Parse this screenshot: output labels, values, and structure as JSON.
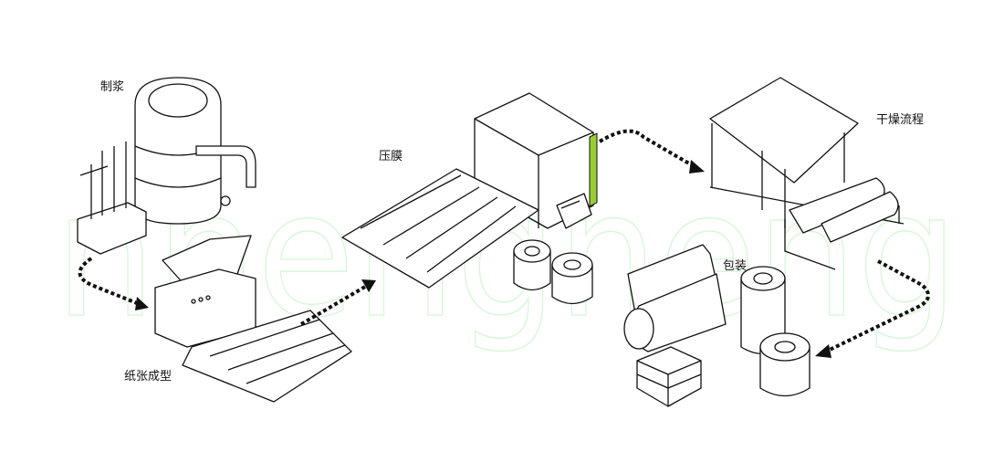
{
  "watermark": "nnengneng",
  "steps": {
    "pulping": "制浆",
    "sheet_forming": "纸张成型",
    "pressing": "压膜",
    "drying": "干燥流程",
    "packaging": "包装"
  },
  "colors": {
    "line": "#111111",
    "watermark": "#d8f7d8",
    "accent": "#9acd32"
  }
}
